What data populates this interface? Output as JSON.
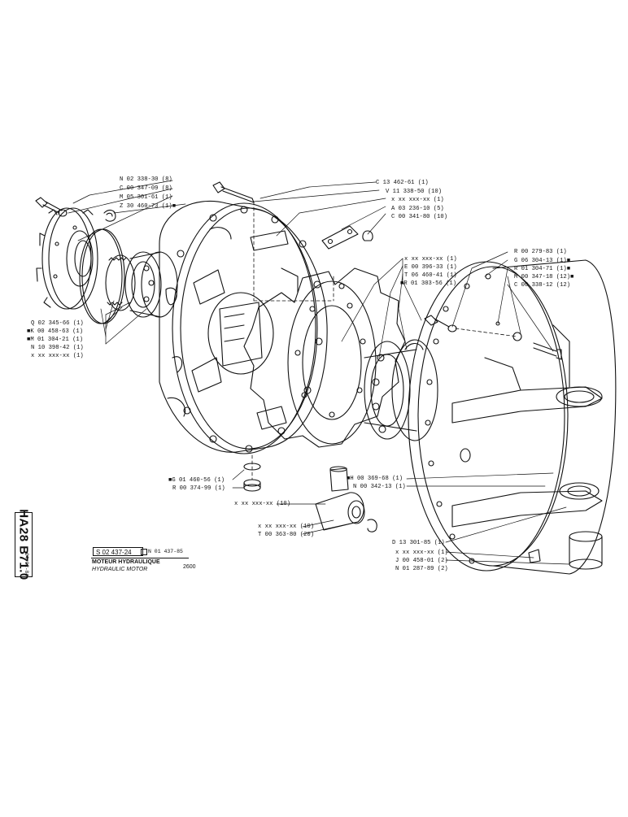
{
  "drawing": {
    "side_code": "HA28 B71.0",
    "side_date": "04-02-84",
    "reference": "S 02 437-24",
    "replaces": "N 01 437-85",
    "title_fr": "MOTEUR HYDRAULIQUE",
    "title_en": "HYDRAULIC MOTOR",
    "model": "2600"
  },
  "part_labels": [
    "N 02 338-30 (8)",
    "C 00 347-09 (8)",
    "M 05 301-61 (1)",
    "Z 30 460-73 (1)■",
    "C 13 462-61 (1)",
    "V 11 338-50 (10)",
    "x xx xxx-xx (1)",
    "A 03 236-10 (5)",
    "C 00 341-80 (10)",
    "x xx xxx-xx (1)",
    "E 00 396-33 (1)",
    "T 06 460-41 (1)",
    "■R 01 303-56 (1)",
    "R 00 279-83 (1)",
    "G 06 304-13 (1)■",
    "R 01 304-71 (1)■",
    "M 00 347-18 (12)■",
    "C 00 338-12 (12)",
    "Q 02 345-66 (1)",
    "■K 00 458-63 (1)",
    "■M 01 304-21 (1)",
    "N 10 398-42 (1)",
    "x xx xxx-xx (1)",
    "■G 01 460-56 (1)",
    "R 00 374-99 (1)",
    "■H 00 369-68 (1)",
    "N 00 342-13 (1)",
    "x xx xxx-xx (10)",
    "x xx xxx-xx (10)",
    "T 00 363-80 (20)",
    "D 13 301-85 (1)",
    "x xx xxx-xx (1)",
    "J 00 458-01 (2)",
    "N 01 287-89 (2)"
  ]
}
